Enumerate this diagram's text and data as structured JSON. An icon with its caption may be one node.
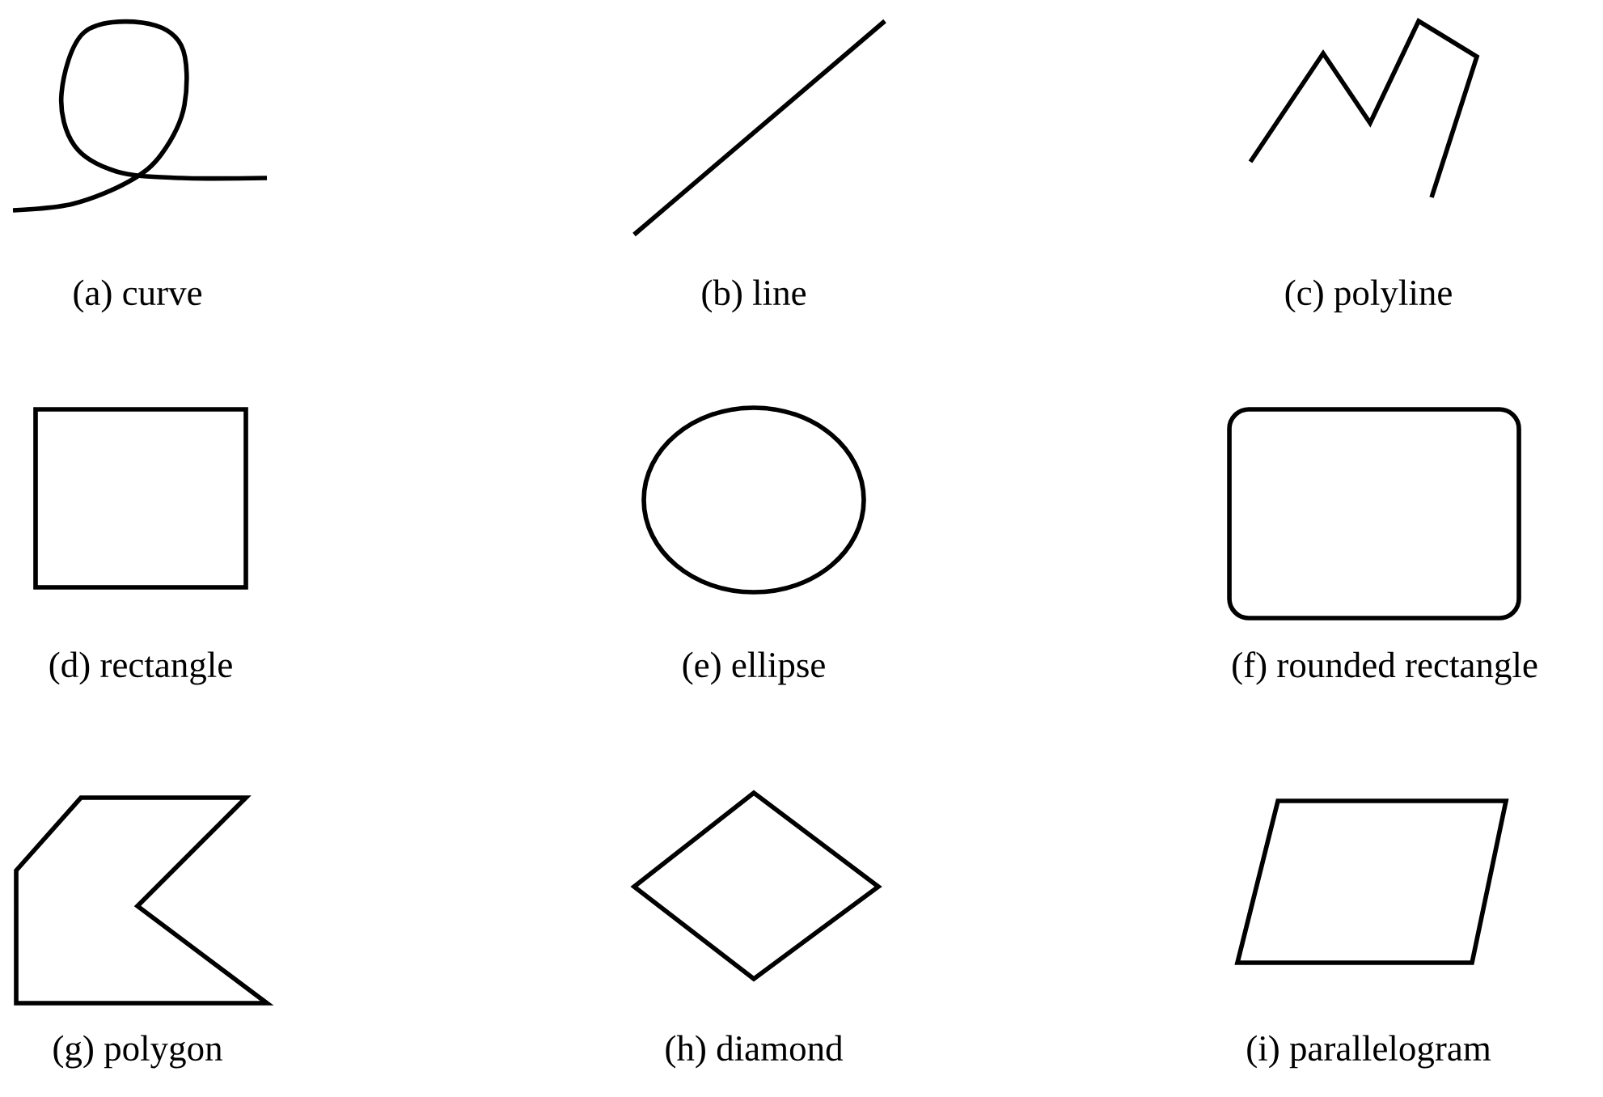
{
  "diagram": {
    "nodes": [
      {
        "text": [],
        "shape": "curve",
        "beside": [
          "(a) curve"
        ]
      },
      {
        "text": [],
        "shape": "line",
        "beside": [
          "(b) line"
        ]
      },
      {
        "text": [],
        "shape": "polyline",
        "beside": [
          "(c) polyline"
        ]
      },
      {
        "text": [],
        "shape": "box",
        "beside": [
          "(d) rectangle"
        ]
      },
      {
        "text": [],
        "shape": "ellipse",
        "beside": [
          "(e) ellipse"
        ]
      },
      {
        "text": [],
        "shape": "roundbox",
        "beside": [
          "(f) rounded rectangle"
        ]
      },
      {
        "text": [],
        "shape": "polygon",
        "beside": [
          "(g) polygon"
        ]
      },
      {
        "text": [],
        "shape": "diamond",
        "beside": [
          "(h) diamond"
        ]
      },
      {
        "text": [],
        "shape": "parallelogram",
        "beside": [
          "(i) parallelogram"
        ]
      }
    ]
  }
}
